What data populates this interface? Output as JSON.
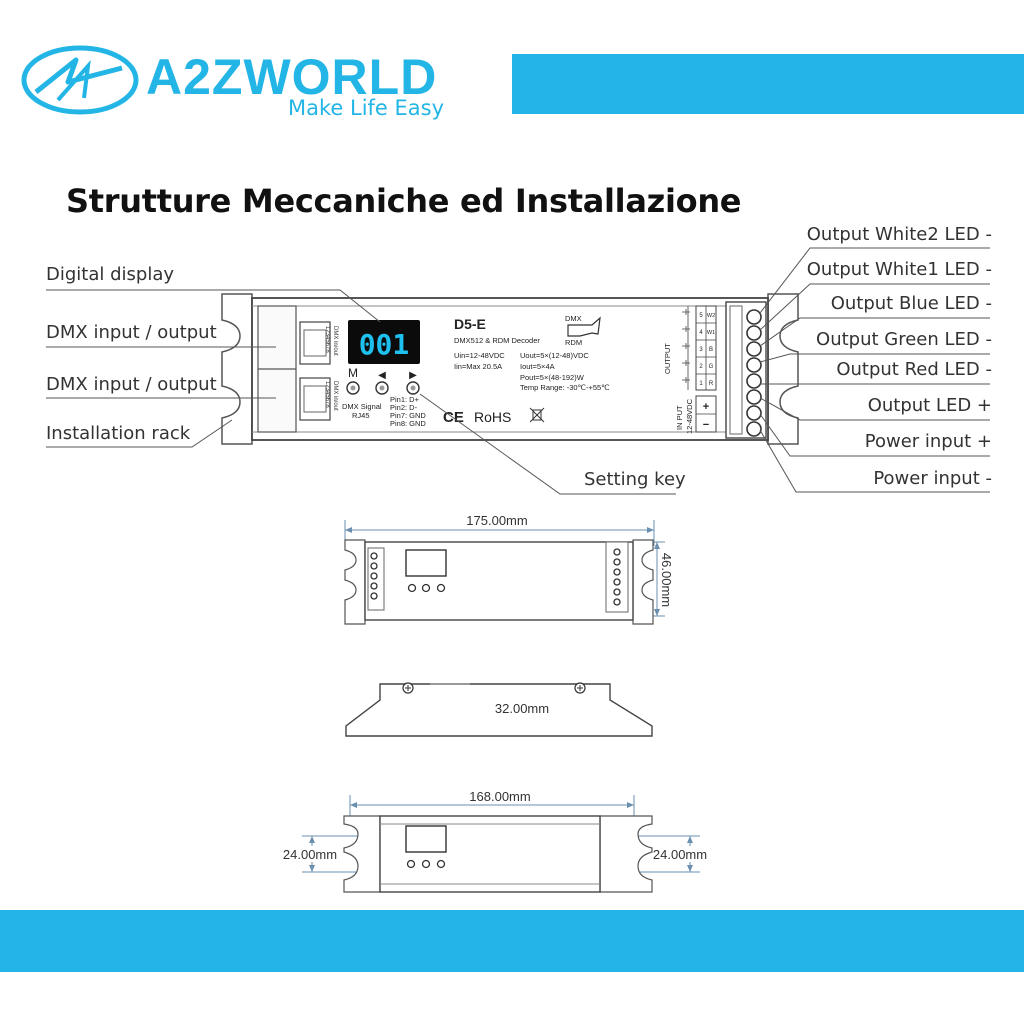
{
  "brand": {
    "name": "A2ZWORLD",
    "tagline": "Make Life Easy",
    "color": "#22b5e6"
  },
  "title": "Strutture Meccaniche ed Installazione",
  "callouts_left": {
    "digital_display": "Digital display",
    "dmx_io_1": "DMX input / output",
    "dmx_io_2": "DMX input / output",
    "installation_rack": "Installation rack"
  },
  "callouts_right": {
    "white2": "Output White2 LED -",
    "white1": "Output White1 LED -",
    "blue": "Output Blue LED -",
    "green": "Output Green LED -",
    "red": "Output Red LED -",
    "led_plus": "Output LED +",
    "power_plus": "Power input +",
    "power_minus": "Power input -"
  },
  "setting_key": "Setting key",
  "device": {
    "model": "D5-E",
    "subtitle": "DMX512 & RDM Decoder",
    "display": "001",
    "menu_label": "M",
    "left_arrow": "◀",
    "right_arrow": "▶",
    "uin": "Uin=12-48VDC",
    "iin": "Iin=Max 20.5A",
    "uout": "Uout=5×(12-48)VDC",
    "iout": "Iout=5×4A",
    "pout": "Pout=5×(48-192)W",
    "temp": "Temp Range: -30℃-+55℃",
    "dmx_badge_top": "DMX",
    "dmx_badge_bottom": "RDM",
    "signal_label": "DMX Signal",
    "rj45": "RJ45",
    "pin1": "Pin1: D+",
    "pin2": "Pin2: D-",
    "pin7": "Pin7: GND",
    "pin8": "Pin8: GND",
    "ce": "CE",
    "rohs": "RoHS",
    "output_label": "OUTPUT",
    "input_label": "IN PUT",
    "input_voltage": "12-48VDC",
    "ch_numbers": [
      "5",
      "4",
      "3",
      "2",
      "1"
    ],
    "ch_letters": [
      "W2",
      "W1",
      "B",
      "G",
      "R"
    ],
    "plus": "+",
    "minus": "−",
    "port_text": "DMX in/out",
    "port_pins": "12345678"
  },
  "dimensions": {
    "width_top": "175.00mm",
    "height_side": "46.00mm",
    "depth": "32.00mm",
    "width_bottom": "168.00mm",
    "hole_left": "24.00mm",
    "hole_right": "24.00mm"
  }
}
